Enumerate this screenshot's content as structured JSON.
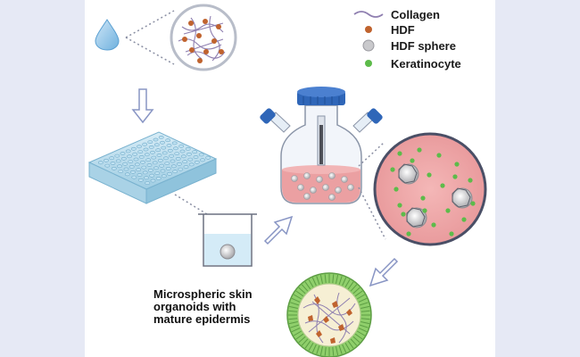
{
  "colors": {
    "page_background": "#e6e9f5",
    "panel_background": "#ffffff",
    "collagen": "#8f7fb0",
    "hdf": "#c0632e",
    "hdf_sphere": "#c9c9cc",
    "keratinocyte": "#5dbb4a",
    "medium_pink": "#eba0a2",
    "cap_blue": "#2f66b8",
    "arrow_blue": "#aab8e6",
    "epidermis_green": "#8fcf6b"
  },
  "legend": [
    {
      "label": "Collagen",
      "symbol": "collagen-line-icon"
    },
    {
      "label": "HDF",
      "symbol": "hdf-dot-icon"
    },
    {
      "label": "HDF sphere",
      "symbol": "hdf-sphere-icon"
    },
    {
      "label": "Keratinocyte",
      "symbol": "keratinocyte-dot-icon"
    }
  ],
  "caption": {
    "line1": "Microspheric skin",
    "line2": "organoids with",
    "line3": "mature epidermis"
  },
  "steps": [
    {
      "id": "droplet",
      "icon": "droplet-icon"
    },
    {
      "id": "collagen-mix",
      "icon": "magnified-collagen-hdf-icon"
    },
    {
      "id": "well-plate",
      "icon": "well-plate-icon"
    },
    {
      "id": "single-well",
      "icon": "single-well-sphere-icon"
    },
    {
      "id": "spinner-flask",
      "icon": "spinner-flask-icon"
    },
    {
      "id": "coculture",
      "icon": "magnified-coculture-icon"
    },
    {
      "id": "organoid",
      "icon": "skin-organoid-icon"
    }
  ]
}
